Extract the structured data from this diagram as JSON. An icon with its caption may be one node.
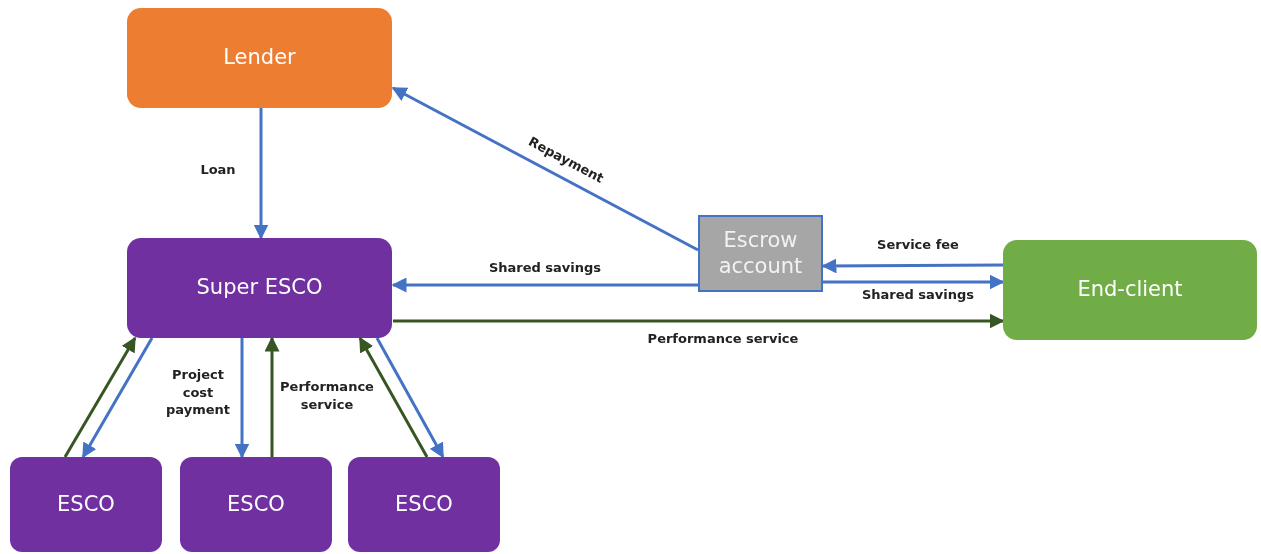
{
  "diagram": {
    "nodes": [
      {
        "text": [
          "Lender"
        ]
      },
      {
        "text": [
          "Super ESCO"
        ]
      },
      {
        "text": [
          "Escrow account"
        ]
      },
      {
        "text": [
          "End-client"
        ]
      },
      {
        "text": [
          "ESCO"
        ]
      },
      {
        "text": [
          "ESCO"
        ]
      },
      {
        "text": [
          "ESCO"
        ]
      }
    ],
    "edges": [
      {
        "from": 0,
        "to": 1,
        "arrow": "to",
        "label": "Loan"
      },
      {
        "from": 2,
        "to": 0,
        "arrow": "to",
        "label": "Repayment"
      },
      {
        "from": 2,
        "to": 1,
        "arrow": "to",
        "label": "Shared savings"
      },
      {
        "from": 3,
        "to": 2,
        "arrow": "to",
        "label": "Service fee"
      },
      {
        "from": 2,
        "to": 3,
        "arrow": "to",
        "label": "Shared savings"
      },
      {
        "from": 1,
        "to": 3,
        "arrow": "to",
        "label": "Performance service",
        "color": "#375623"
      },
      {
        "from": 4,
        "to": 1,
        "arrow": "to",
        "color": "#375623"
      },
      {
        "from": 1,
        "to": 4,
        "arrow": "to"
      },
      {
        "from": 1,
        "to": 5,
        "arrow": "to",
        "label": "Project cost payment"
      },
      {
        "from": 5,
        "to": 1,
        "arrow": "to",
        "label": "Performance service",
        "color": "#375623"
      },
      {
        "from": 6,
        "to": 1,
        "arrow": "to",
        "color": "#375623"
      },
      {
        "from": 1,
        "to": 6,
        "arrow": "to"
      }
    ]
  }
}
